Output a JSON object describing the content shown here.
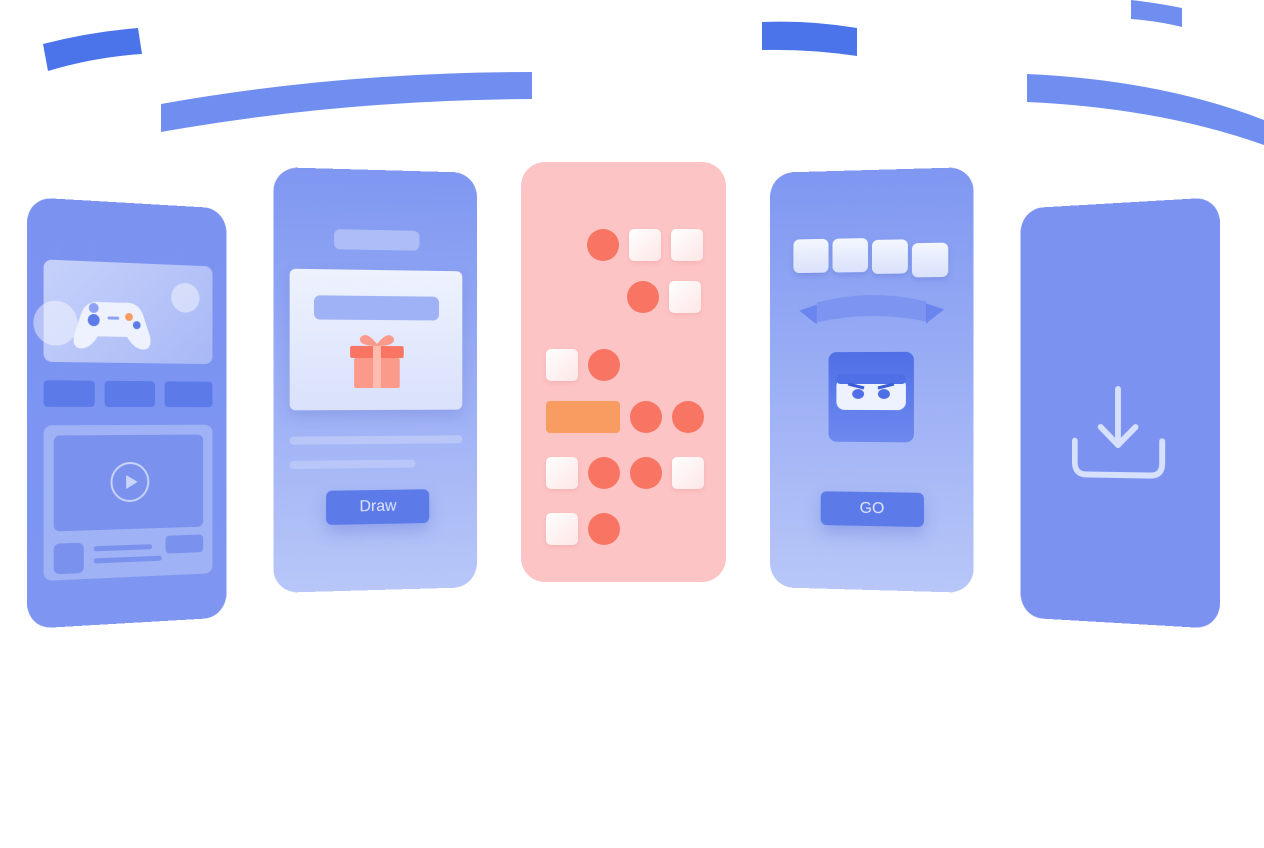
{
  "colors": {
    "phone_blue": "#7b92f1",
    "phone_pink": "#fdc4c5",
    "accent_blue": "#5d7ae9",
    "accent_coral": "#f87563",
    "accent_orange": "#f89c62",
    "deco_blue": "#4b74ea"
  },
  "phones": [
    {
      "kind": "game-library",
      "icons": [
        "gamepad-icon",
        "play-icon"
      ]
    },
    {
      "kind": "prize-draw",
      "icons": [
        "gift-icon"
      ],
      "button_label": "Draw"
    },
    {
      "kind": "match-puzzle",
      "icons": []
    },
    {
      "kind": "ninja-game",
      "icons": [
        "ribbon-icon",
        "ninja-icon"
      ],
      "button_label": "GO"
    },
    {
      "kind": "download",
      "icons": [
        "download-icon"
      ]
    }
  ]
}
